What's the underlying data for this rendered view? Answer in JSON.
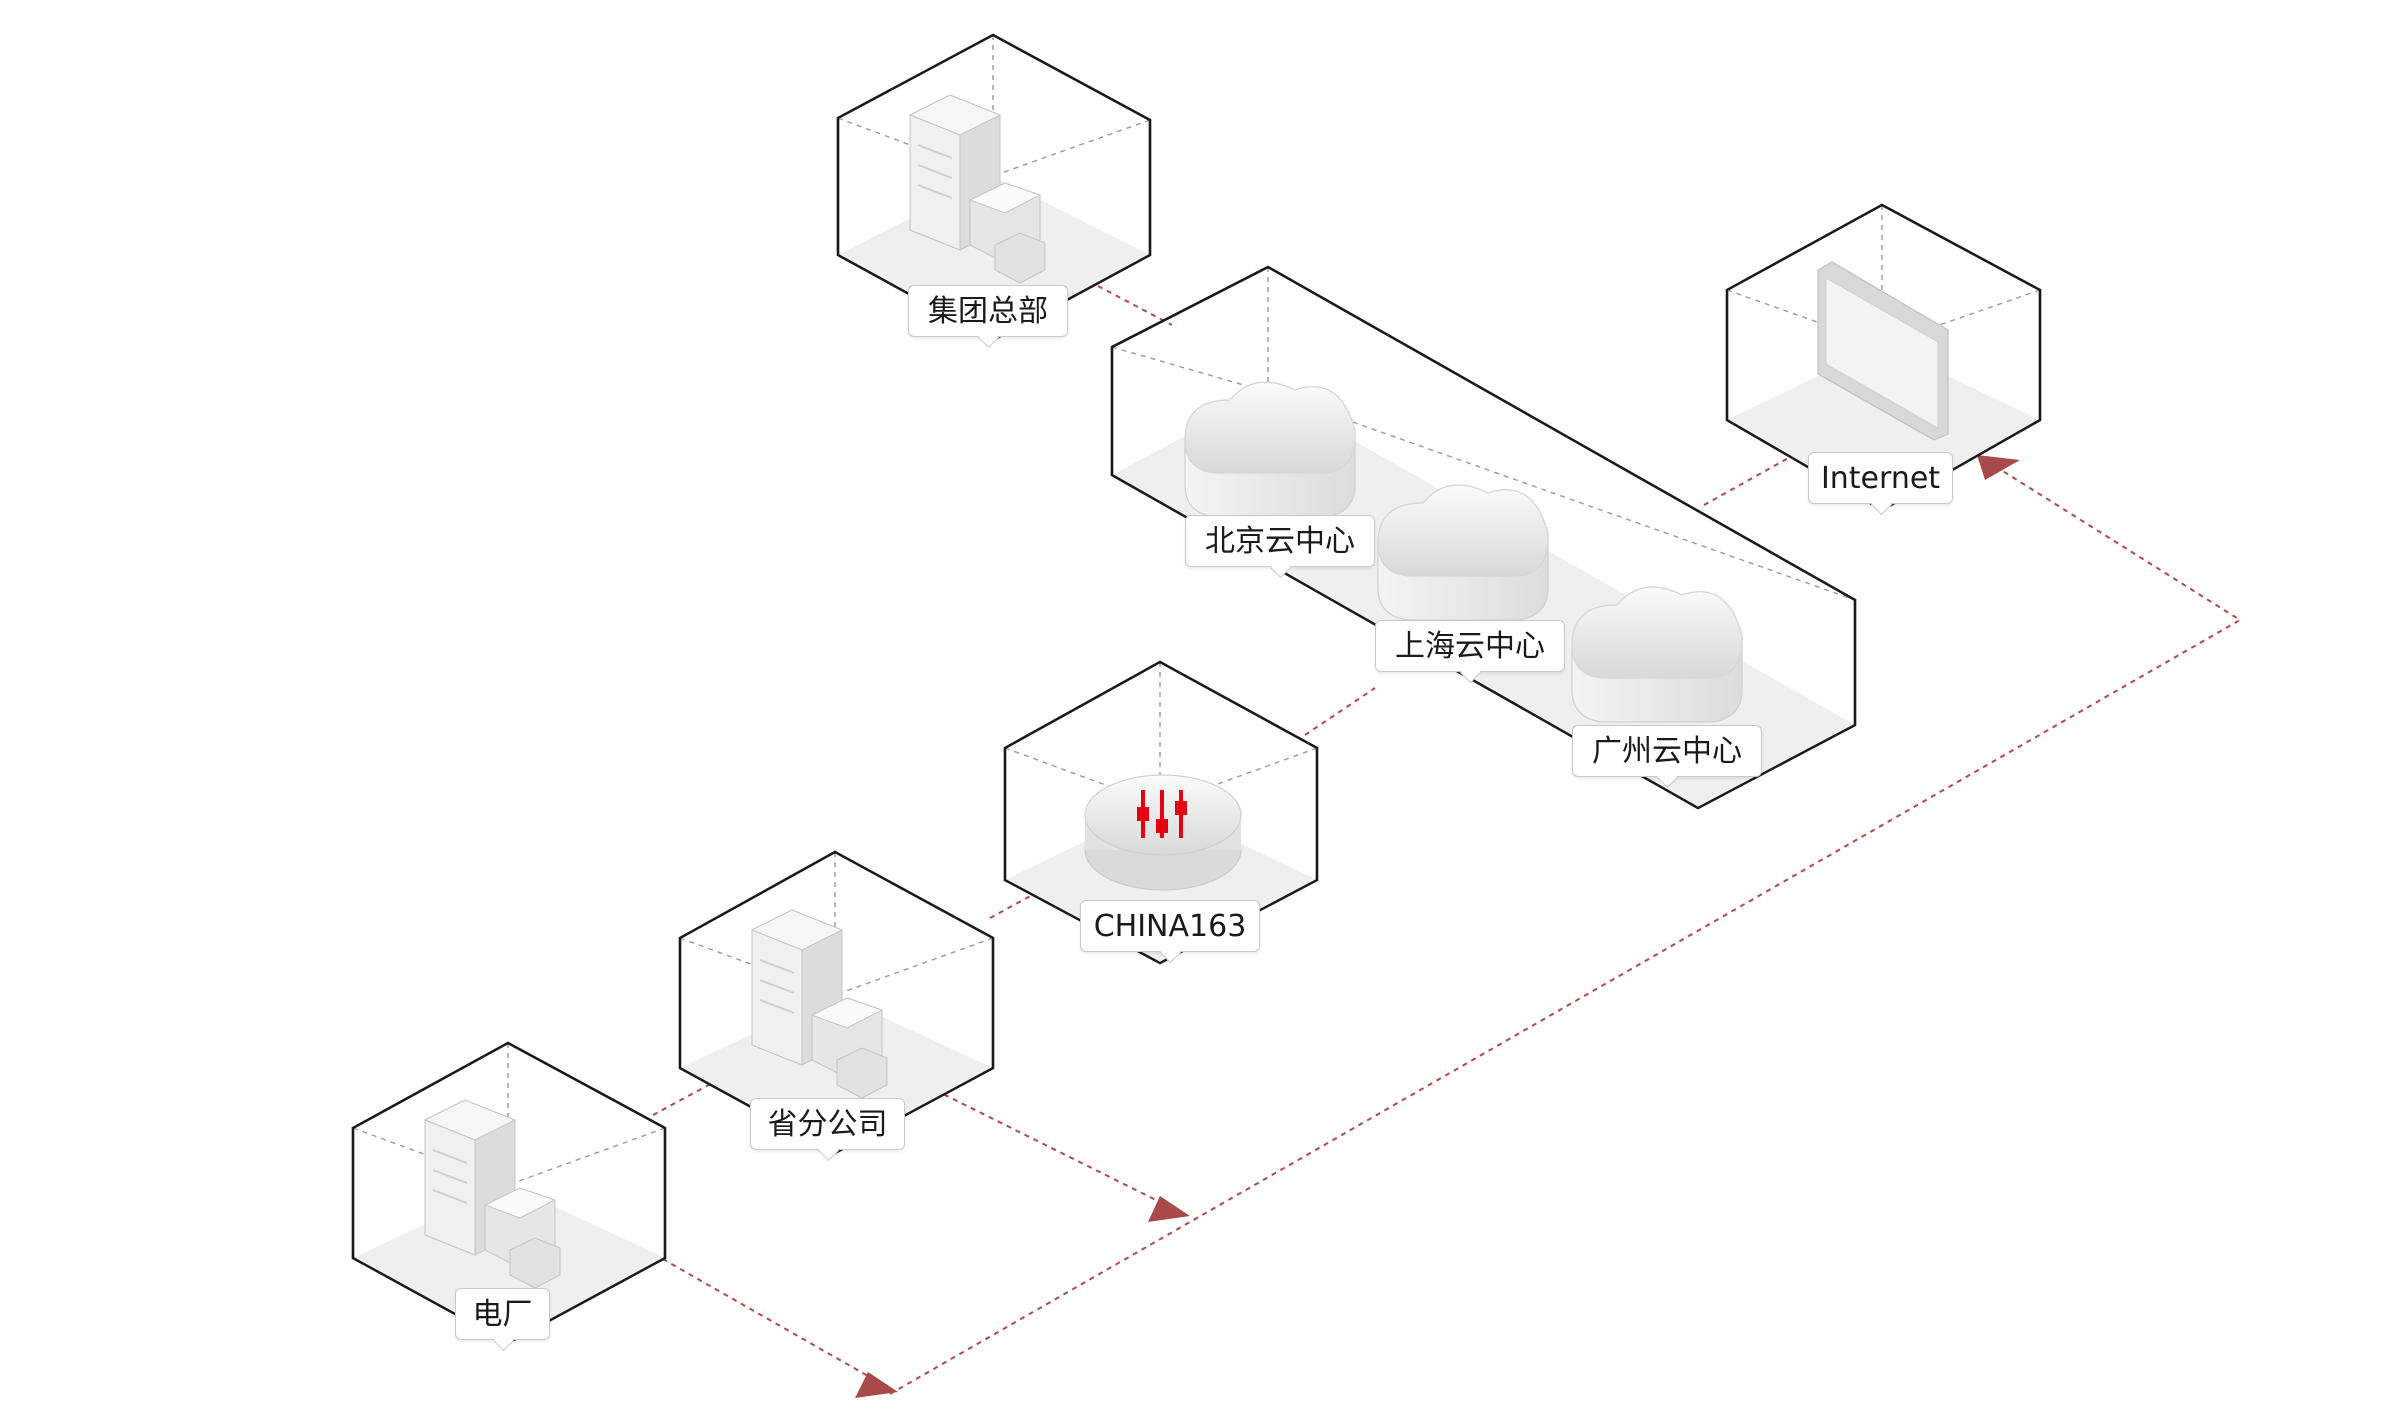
{
  "diagram": {
    "nodes": [
      {
        "id": "hq",
        "label": "集团总部",
        "icon": "server-building-icon"
      },
      {
        "id": "beijing",
        "label": "北京云中心",
        "icon": "cloud-icon"
      },
      {
        "id": "shanghai",
        "label": "上海云中心",
        "icon": "cloud-icon"
      },
      {
        "id": "guangzhou",
        "label": "广州云中心",
        "icon": "cloud-icon"
      },
      {
        "id": "internet",
        "label": "Internet",
        "icon": "monitor-icon"
      },
      {
        "id": "china163",
        "label": "CHINA163",
        "icon": "router-icon"
      },
      {
        "id": "province",
        "label": "省分公司",
        "icon": "server-building-icon"
      },
      {
        "id": "power",
        "label": "电厂",
        "icon": "server-building-icon"
      }
    ],
    "colors": {
      "link": "#b04a4a",
      "box_stroke": "#1a1a1a",
      "router_accent": "#e60012",
      "floor": "#eeeeee"
    }
  }
}
